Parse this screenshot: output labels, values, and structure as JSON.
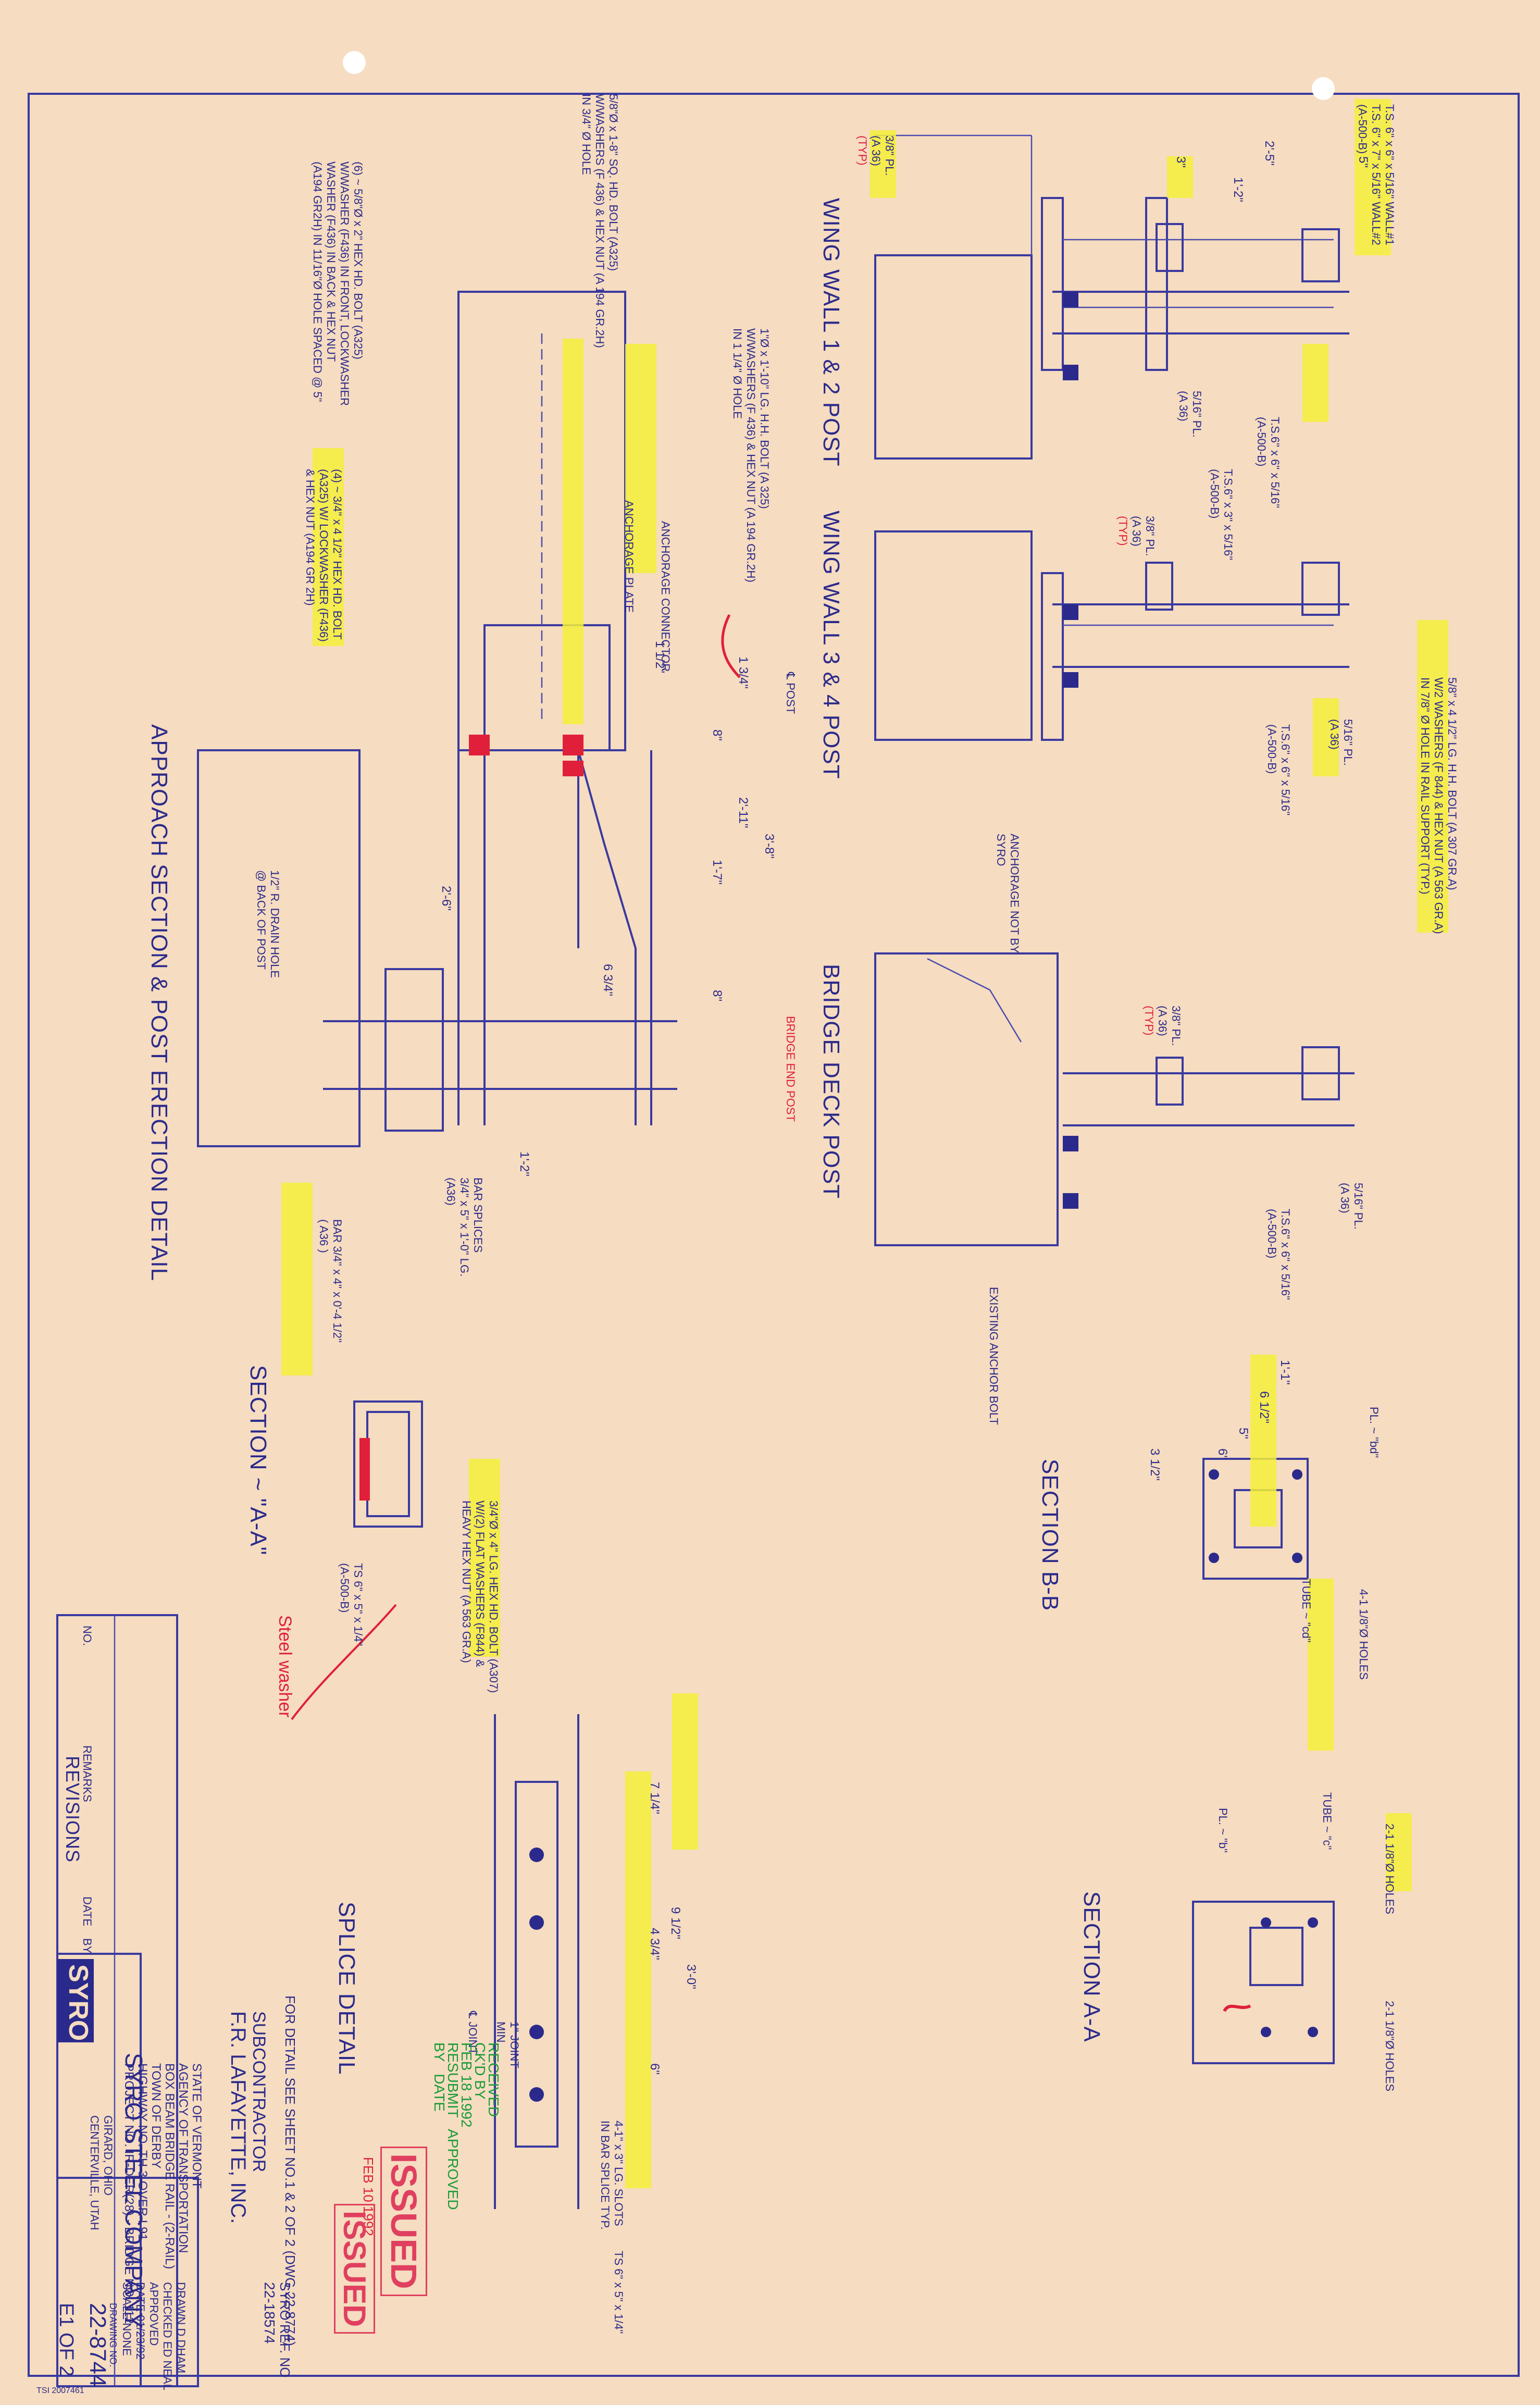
{
  "colors": {
    "paper": "#f6dcc0",
    "ink": "#3a3aa0",
    "highlight": "#f5ee3a",
    "redline": "#e0203a"
  },
  "views": {
    "wing12": "WING WALL 1 & 2 POST",
    "wing34": "WING WALL 3 & 4 POST",
    "bridgedeck": "BRIDGE DECK POST",
    "approach": "APPROACH SECTION & POST ERECTION DETAIL",
    "section_aa_small": "SECTION ~ \"A-A\"",
    "section_bb": "SECTION B-B",
    "section_aa": "SECTION A-A",
    "splice": "SPLICE DETAIL"
  },
  "notes": {
    "ts_top": "T.S. 6\" x 6\" x 5/16\" WALL#1",
    "ts_top2": "T.S. 6\" x 7\" x 5/16\" WALL#2",
    "a500_top": "(A-500-B)",
    "pl_38": "3/8\" PL.",
    "a36": "(A 36)",
    "typ": "(TYP)",
    "pl_516": "5/16\" PL.",
    "ts_6x6": "T.S.6\" x 6\" x 5/16\"",
    "ts_6x3": "T.S.6\" x 3\" x 5/16\"",
    "a500": "(A-500-B)",
    "bolt_58": "5/8\" x 4 1/2\" LG. H.H. BOLT (A 307 GR.A)",
    "bolt_58b": "W/2 WASHERS (F 844) & HEX NUT (A 563 GR.A)",
    "bolt_58c": "IN 7/8\" Ø HOLE IN RAIL SUPPORT (TYP.)",
    "anchorage_not": "ANCHORAGE NOT BY",
    "syro": "SYRO",
    "existing_anchor": "EXISTING ANCHOR BOLT",
    "sq_bolt": "5/8\"Ø x 1-8\" SQ. HD. BOLT (A325)",
    "sq_bolt2": "W/WASHERS (F 436) & HEX NUT (A 194 GR.2H)",
    "sq_bolt3": "IN 3/4\" Ø HOLE",
    "hex6": "(6) ~ 5/8\"Ø x 2\" HEX HD. BOLT (A325)",
    "hex6b": "W/WASHER (F436) IN FRONT, LOCKWASHER",
    "hex6c": "WASHER (F436) IN BACK & HEX NUT",
    "hex6d": "(A194 GR2H) IN 11/16\"Ø HOLE SPACED @ 5\"",
    "anch_conn": "ANCHORAGE CONNECTOR",
    "anch_plate": "ANCHORAGE PLATE",
    "hh_bolt": "1\"Ø x 1'-10\" LG. H.H. BOLT (A 325)",
    "hh_bolt2": "W/WASHERS (F 436) & HEX NUT (A 194 GR.2H)",
    "hh_bolt3": "IN 1 1/4\" Ø HOLE",
    "four_bolt": "(4) ~ 3/4\" x 4 1/2\" HEX HD. BOLT",
    "four_bolt2": "(A325) W/ LOCKWASHER (F436)",
    "four_bolt3": "& HEX NUT (A194 GR 2H)",
    "drain": "1/2\" R. DRAIN HOLE",
    "drain2": "@ BACK OF POST",
    "cl_post": "℄ POST",
    "bridge_end_post": "BRIDGE END POST",
    "bar_splices": "BAR SPLICES",
    "bar_splices2": "3/4\" x 5\" x 1'-0\" LG.",
    "bar_splices3": "(A36)",
    "bar2": "BAR 3/4\" x 4\" x 0'-4 1/2\"",
    "bar2b": "( A36 )",
    "aa_bolt": "3/4\"Ø x 4\" LG. HEX HD. BOLT (A307)",
    "aa_bolt2": "W/(2) FLAT WASHERS (F844) &",
    "aa_bolt3": "HEAVY HEX NUT (A 563 GR.A)",
    "ts_654": "TS 6\" x 5\" x 1/4\"",
    "tube_cd": "TUBE ~ \"cd\"",
    "holes_4": "4-1 1/8\"Ø HOLES",
    "pl_bd": "PL. ~ \"bd\"",
    "tube_c": "TUBE ~ \"c\"",
    "pl_b": "PL. ~ \"b\"",
    "holes_2": "2-1 1/8\"Ø HOLES",
    "slots": "4-1\" x 3\" LG. SLOTS",
    "slots2": "IN BAR SPLICE TYP.",
    "joint": "1\" JOINT",
    "min": "MIN.",
    "cl_joint": "℄ JOINT",
    "ts_654b": "TS 6\" x 5\" x 1/4\"",
    "steel_washer": "Steel washer"
  },
  "dims": {
    "d2_5": "2'-5\"",
    "d1_2": "1'-2\"",
    "d3": "3\"",
    "d5": "5\"",
    "d1_half": "1 1/2\"",
    "d8": "8\"",
    "d1_7": "1'-7\"",
    "d2_11": "2'-11\"",
    "d3_8": "3'-8\"",
    "d8b": "8\"",
    "d3_4": "1 3/4\"",
    "d6_34": "6 3/4\"",
    "d2_6": "2'-6\"",
    "d1_2b": "1'-2\"",
    "d1_1": "1'-1\"",
    "d6_12": "6 1/2\"",
    "d5b": "5\"",
    "d6": "6\"",
    "d3_12": "3 1/2\"",
    "d7_14": "7 1/4\"",
    "d4_34": "4 3/4\"",
    "d9_12": "9 1/2\"",
    "d3_0": "3'-0\"",
    "d6b": "6\""
  },
  "title_block": {
    "for_detail": "FOR DETAIL SEE SHEET NO.1 & 2 OF 2 (DWG 22-8774)",
    "subcontractor": "SUBCONTRACTOR",
    "sub_name": "F.R. LAFAYETTE, INC.",
    "syro_ref_label": "SYRO REF. NO",
    "syro_ref": "22-18574",
    "state": "STATE OF VERMONT",
    "agency": "AGENCY OF TRANSPORTATION",
    "rail": "BOX BEAM BRIDGE RAIL - (2-RAIL)",
    "town": "TOWN OF DERBY",
    "highway": "HIGHWAY NO. TH 3 OVER I 91",
    "project": "PROJECT NO. IR-DER(28) - BRIDGE NO. 112",
    "drawn_label": "DRAWN",
    "drawn": "D.DHAM",
    "checked_label": "CHECKED",
    "checked": "ED NEAL",
    "approved_label": "APPROVED",
    "date_label": "DATE",
    "date": "01/23/92",
    "scale_label": "SCALE",
    "scale": "NONE",
    "drawing_no_label": "DRAWING NO.",
    "drawing_no": "22-8744",
    "sheet": "E1 OF 2",
    "company": "SYRO STEEL COMPANY",
    "company_loc": "GIRARD, OHIO",
    "company_loc2": "CENTERVILLE, UTAH",
    "logo": "SYRO"
  },
  "revisions": {
    "title": "REVISIONS",
    "no": "NO.",
    "remarks": "REMARKS",
    "date": "DATE",
    "by": "BY"
  },
  "stamps": {
    "received": "RECEIVED",
    "received_date": "FEB 18 1992",
    "ckd_by": "CK'D BY",
    "issued": "ISSUED",
    "issued_date": "FEB 10 1992",
    "resubmit": "RESUBMIT",
    "approved": "APPROVED",
    "by": "BY",
    "date": "DATE"
  },
  "stamp_footer": "TSI 2007461"
}
